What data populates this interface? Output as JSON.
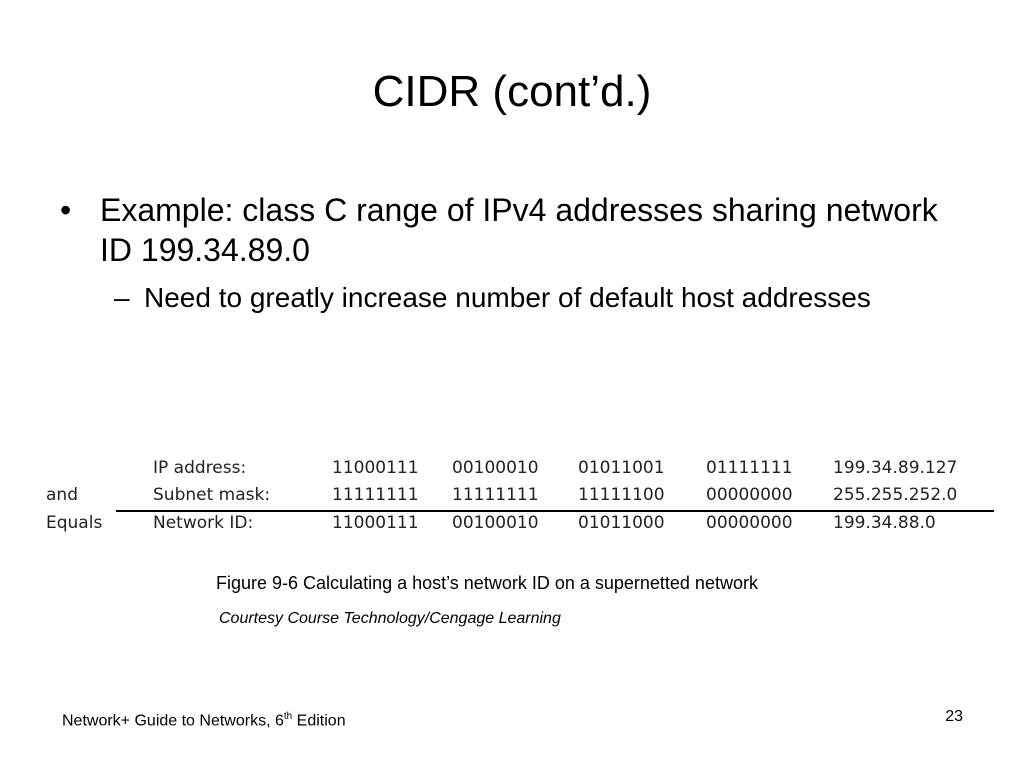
{
  "slide": {
    "title": "CIDR (cont’d.)",
    "bullet_marker": "•",
    "bullet_text": "Example: class C range of IPv4 addresses sharing network ID 199.34.89.0",
    "sub_marker": "–",
    "sub_text": "Need to greatly increase number of default host addresses"
  },
  "figure": {
    "row_prefixes": [
      "",
      "and",
      "Equals"
    ],
    "rows": [
      {
        "label": "IP address:",
        "octets": [
          "11000111",
          "00100010",
          "01011001",
          "01111111"
        ],
        "dotted": "199.34.89.127"
      },
      {
        "label": "Subnet mask:",
        "octets": [
          "11111111",
          "11111111",
          "11111100",
          "00000000"
        ],
        "dotted": "255.255.252.0"
      },
      {
        "label": "Network ID:",
        "octets": [
          "11000111",
          "00100010",
          "01011000",
          "00000000"
        ],
        "dotted": "199.34.88.0"
      }
    ],
    "caption": "Figure 9-6 Calculating a host’s network ID on a supernetted network",
    "credit": "Courtesy Course Technology/Cengage Learning"
  },
  "footer": {
    "book_title_prefix": "Network+ Guide to Networks, 6",
    "book_title_sup": "th",
    "book_title_suffix": " Edition",
    "page_number": "23"
  }
}
